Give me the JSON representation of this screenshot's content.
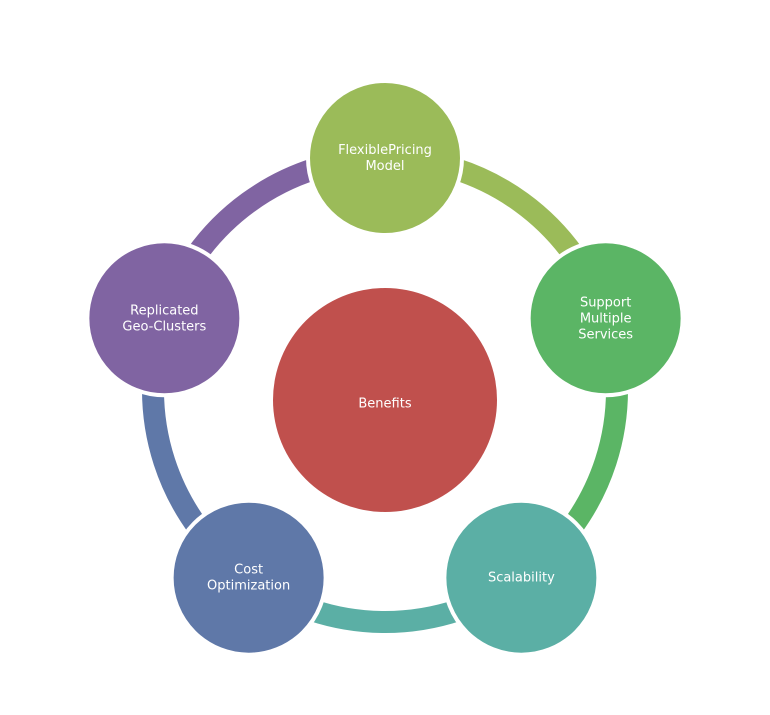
{
  "diagram": {
    "center": {
      "label": "Benefits",
      "color": "#C0504D"
    },
    "nodes": [
      {
        "id": "flexible-pricing-model",
        "lines": [
          "FlexiblePricing",
          "Model"
        ],
        "color": "#9BBB59"
      },
      {
        "id": "support-multiple-services",
        "lines": [
          "Support",
          "Multiple",
          "Services"
        ],
        "color": "#5BB565"
      },
      {
        "id": "scalability",
        "lines": [
          "Scalability"
        ],
        "color": "#5BAFA5"
      },
      {
        "id": "cost-optimization",
        "lines": [
          "Cost",
          "Optimization"
        ],
        "color": "#5F78A8"
      },
      {
        "id": "replicated-geo-clusters",
        "lines": [
          "Replicated",
          "Geo-Clusters"
        ],
        "color": "#8064A2"
      }
    ],
    "connectors": [
      {
        "from": "flexible-pricing-model",
        "to": "support-multiple-services",
        "color": "#9BBB59"
      },
      {
        "from": "support-multiple-services",
        "to": "scalability",
        "color": "#5BB565"
      },
      {
        "from": "scalability",
        "to": "cost-optimization",
        "color": "#5BAFA5"
      },
      {
        "from": "cost-optimization",
        "to": "replicated-geo-clusters",
        "color": "#5F78A8"
      },
      {
        "from": "replicated-geo-clusters",
        "to": "flexible-pricing-model",
        "color": "#8064A2"
      }
    ]
  }
}
